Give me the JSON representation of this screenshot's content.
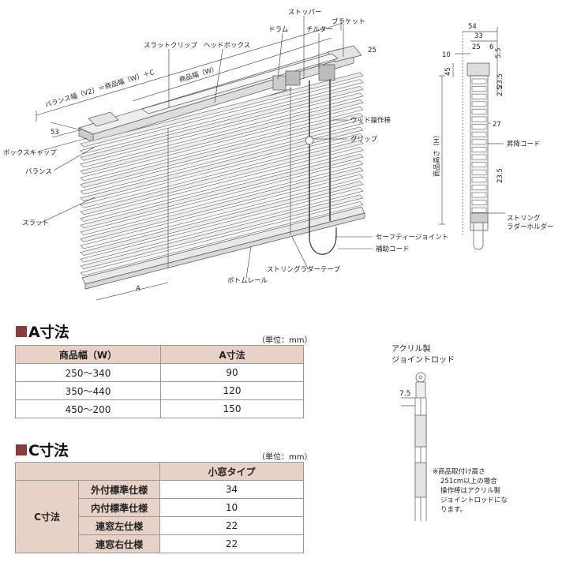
{
  "labels": {
    "stopper": "ストッパー",
    "bracket": "ブラケット",
    "drum": "ドラム",
    "tilter": "チルター",
    "slat_clip": "スラットクリップ",
    "head_box": "ヘッドボックス",
    "dim_25": "25",
    "product_width": "商品幅（W）",
    "balance_width": "バランス幅（V2）＝商品幅（W）＋C",
    "dim_53": "53",
    "box_cap": "ボックスキャップ",
    "balance": "バランス",
    "wand": "ウッド操作棒",
    "grip": "グリップ",
    "slat": "スラット",
    "safety_joint": "セーフティージョイント",
    "aux_cord": "補助コード",
    "ladder_tape": "ストリングラダーテープ",
    "bottom_rail": "ボトムレール",
    "dim_a": "A"
  },
  "side": {
    "d54": "54",
    "d33": "33",
    "d10": "10",
    "d25a": "25",
    "d6": "6",
    "d55": "5.5",
    "d45": "45",
    "d235a": "23.5",
    "d25b": "2.5",
    "d27": "27",
    "d235b": "23.5",
    "height": "商品高さ（H）",
    "lift_cord": "昇降コード",
    "holder1": "ストリング",
    "holder2": "ラダーホルダー"
  },
  "rod": {
    "title1": "アクリル製",
    "title2": "ジョイントロッド",
    "d75": "7.5",
    "note": [
      "※商品取付け高さ",
      "251cm以上の場合",
      "操作棒はアクリル製",
      "ジョイントロッドにな",
      "ります。"
    ]
  },
  "a_table": {
    "title": "A寸法",
    "unit": "（単位：mm）",
    "headers": [
      "商品幅（W）",
      "A寸法"
    ],
    "rows": [
      [
        "250～340",
        "90"
      ],
      [
        "350～440",
        "120"
      ],
      [
        "450～200",
        "150"
      ]
    ]
  },
  "c_table": {
    "title": "C寸法",
    "unit": "（単位：mm）",
    "type_header": "小窓タイプ",
    "group_label": "C寸法",
    "rows": [
      [
        "外付標準仕様",
        "34"
      ],
      [
        "内付標準仕様",
        "10"
      ],
      [
        "連窓左仕様",
        "22"
      ],
      [
        "連窓右仕様",
        "22"
      ]
    ]
  }
}
